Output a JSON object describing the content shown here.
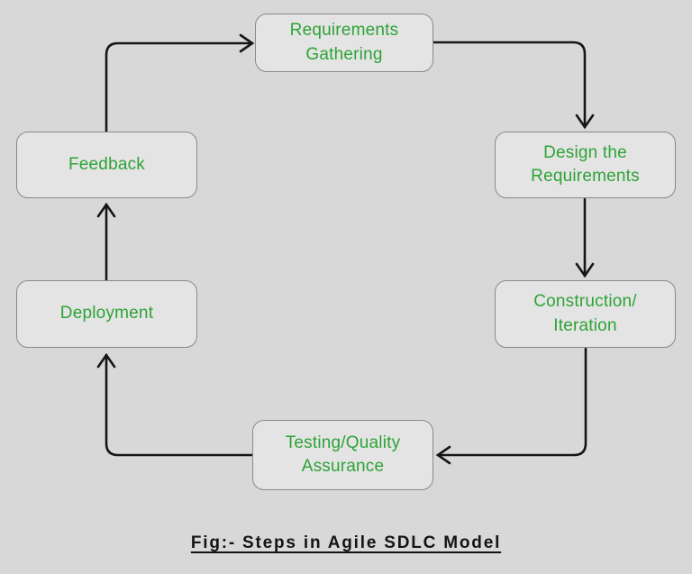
{
  "diagram": {
    "caption": "Fig:- Steps in Agile SDLC Model",
    "nodes": [
      {
        "id": "requirements-gathering",
        "label": "Requirements\nGathering"
      },
      {
        "id": "design-the-requirements",
        "label": "Design the\nRequirements"
      },
      {
        "id": "construction-iteration",
        "label": "Construction/\nIteration"
      },
      {
        "id": "testing-quality-assurance",
        "label": "Testing/Quality\nAssurance"
      },
      {
        "id": "deployment",
        "label": "Deployment"
      },
      {
        "id": "feedback",
        "label": "Feedback"
      }
    ],
    "edges": [
      {
        "from": "requirements-gathering",
        "to": "design-the-requirements"
      },
      {
        "from": "design-the-requirements",
        "to": "construction-iteration"
      },
      {
        "from": "construction-iteration",
        "to": "testing-quality-assurance"
      },
      {
        "from": "testing-quality-assurance",
        "to": "deployment"
      },
      {
        "from": "deployment",
        "to": "feedback"
      },
      {
        "from": "feedback",
        "to": "requirements-gathering"
      }
    ],
    "colors": {
      "background": "#d8d8d8",
      "node_fill": "#e4e4e4",
      "node_border": "#898989",
      "node_text": "#2ea336",
      "arrow": "#161616",
      "caption_text": "#141414"
    }
  }
}
